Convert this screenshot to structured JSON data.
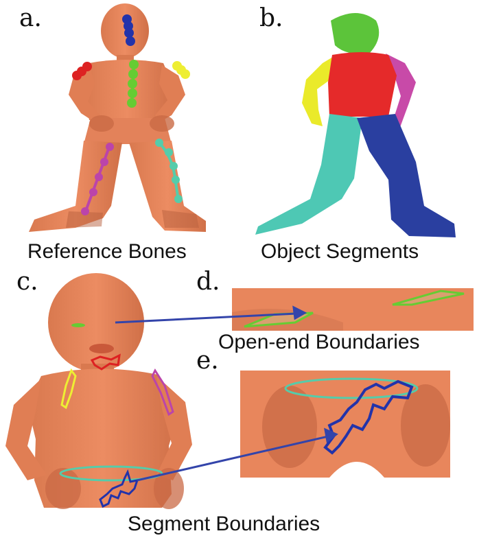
{
  "panels": {
    "a": {
      "letter": "a.",
      "caption": "Reference Bones"
    },
    "b": {
      "letter": "b.",
      "caption": "Object Segments"
    },
    "c": {
      "letter": "c."
    },
    "d": {
      "letter": "d.",
      "caption": "Open-end Boundaries"
    },
    "e": {
      "letter": "e."
    }
  },
  "bottom_caption": "Segment Boundaries",
  "colors": {
    "skin": "#e8865c",
    "skin_dark": "#c96a45",
    "head_green": "#5cc43a",
    "torso_red": "#e52a2a",
    "left_arm_yellow": "#eaea2a",
    "right_arm_magenta": "#c84aa8",
    "left_leg_teal": "#4ec8b4",
    "right_leg_blue": "#2a3fa0",
    "bone_blue": "#2233aa",
    "bone_green": "#66cc33",
    "bone_red": "#dd2222",
    "bone_yellow": "#eeee33",
    "bone_magenta": "#bb44aa",
    "bone_teal": "#55ccaa",
    "arrow": "#3344aa"
  }
}
